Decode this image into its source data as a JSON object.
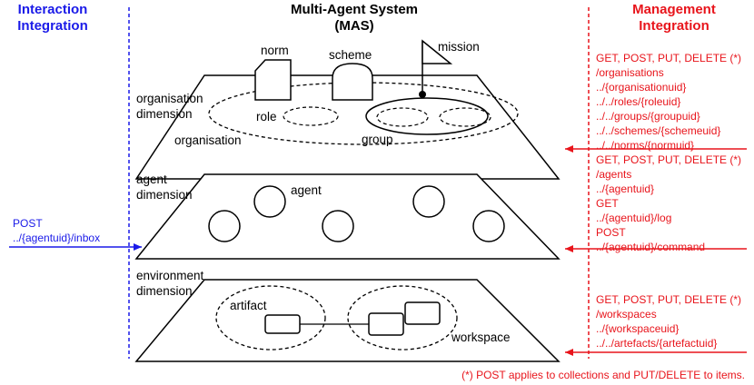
{
  "header": {
    "interaction_line1": "Interaction",
    "interaction_line2": "Integration",
    "mas_line1": "Multi-Agent System",
    "mas_line2": "(MAS)",
    "management_line1": "Management",
    "management_line2": "Integration"
  },
  "org_layer": {
    "dimension_line1": "organisation",
    "dimension_line2": "dimension",
    "norm": "norm",
    "scheme": "scheme",
    "mission": "mission",
    "role": "role",
    "organisation": "organisation",
    "group": "group"
  },
  "agent_layer": {
    "dimension_line1": "agent",
    "dimension_line2": "dimension",
    "agent": "agent"
  },
  "env_layer": {
    "dimension_line1": "environment",
    "dimension_line2": "dimension",
    "artifact": "artifact",
    "workspace": "workspace"
  },
  "interaction_api": {
    "method": "POST",
    "path": "../{agentuid}/inbox"
  },
  "management_api": {
    "org": [
      "GET, POST, PUT, DELETE (*)",
      "/organisations",
      "../{organisationuid}",
      "../../roles/{roleuid}",
      "../../groups/{groupuid}",
      "../../schemes/{schemeuid}",
      "../../norms/{normuid}"
    ],
    "agent": [
      "GET, POST, PUT, DELETE (*)",
      "/agents",
      "../{agentuid}",
      "GET",
      "../{agentuid}/log",
      "POST",
      "../{agentuid}/command"
    ],
    "env": [
      "GET, POST, PUT, DELETE (*)",
      "/workspaces",
      "../{workspaceuid}",
      "../../artefacts/{artefactuid}"
    ]
  },
  "footnote": "(*) POST applies to collections and PUT/DELETE to items.",
  "colors": {
    "interaction": "#1a1ae8",
    "management": "#e8141b"
  }
}
